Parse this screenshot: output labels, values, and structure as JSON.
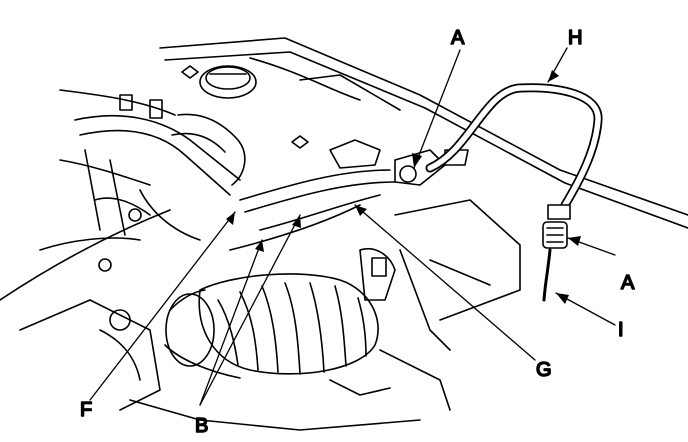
{
  "callouts": {
    "a_top": "A",
    "h": "H",
    "a_right": "A",
    "i": "I",
    "g": "G",
    "b": "B",
    "f": "F"
  },
  "colors": {
    "ink": "#000000",
    "paper": "#ffffff"
  }
}
